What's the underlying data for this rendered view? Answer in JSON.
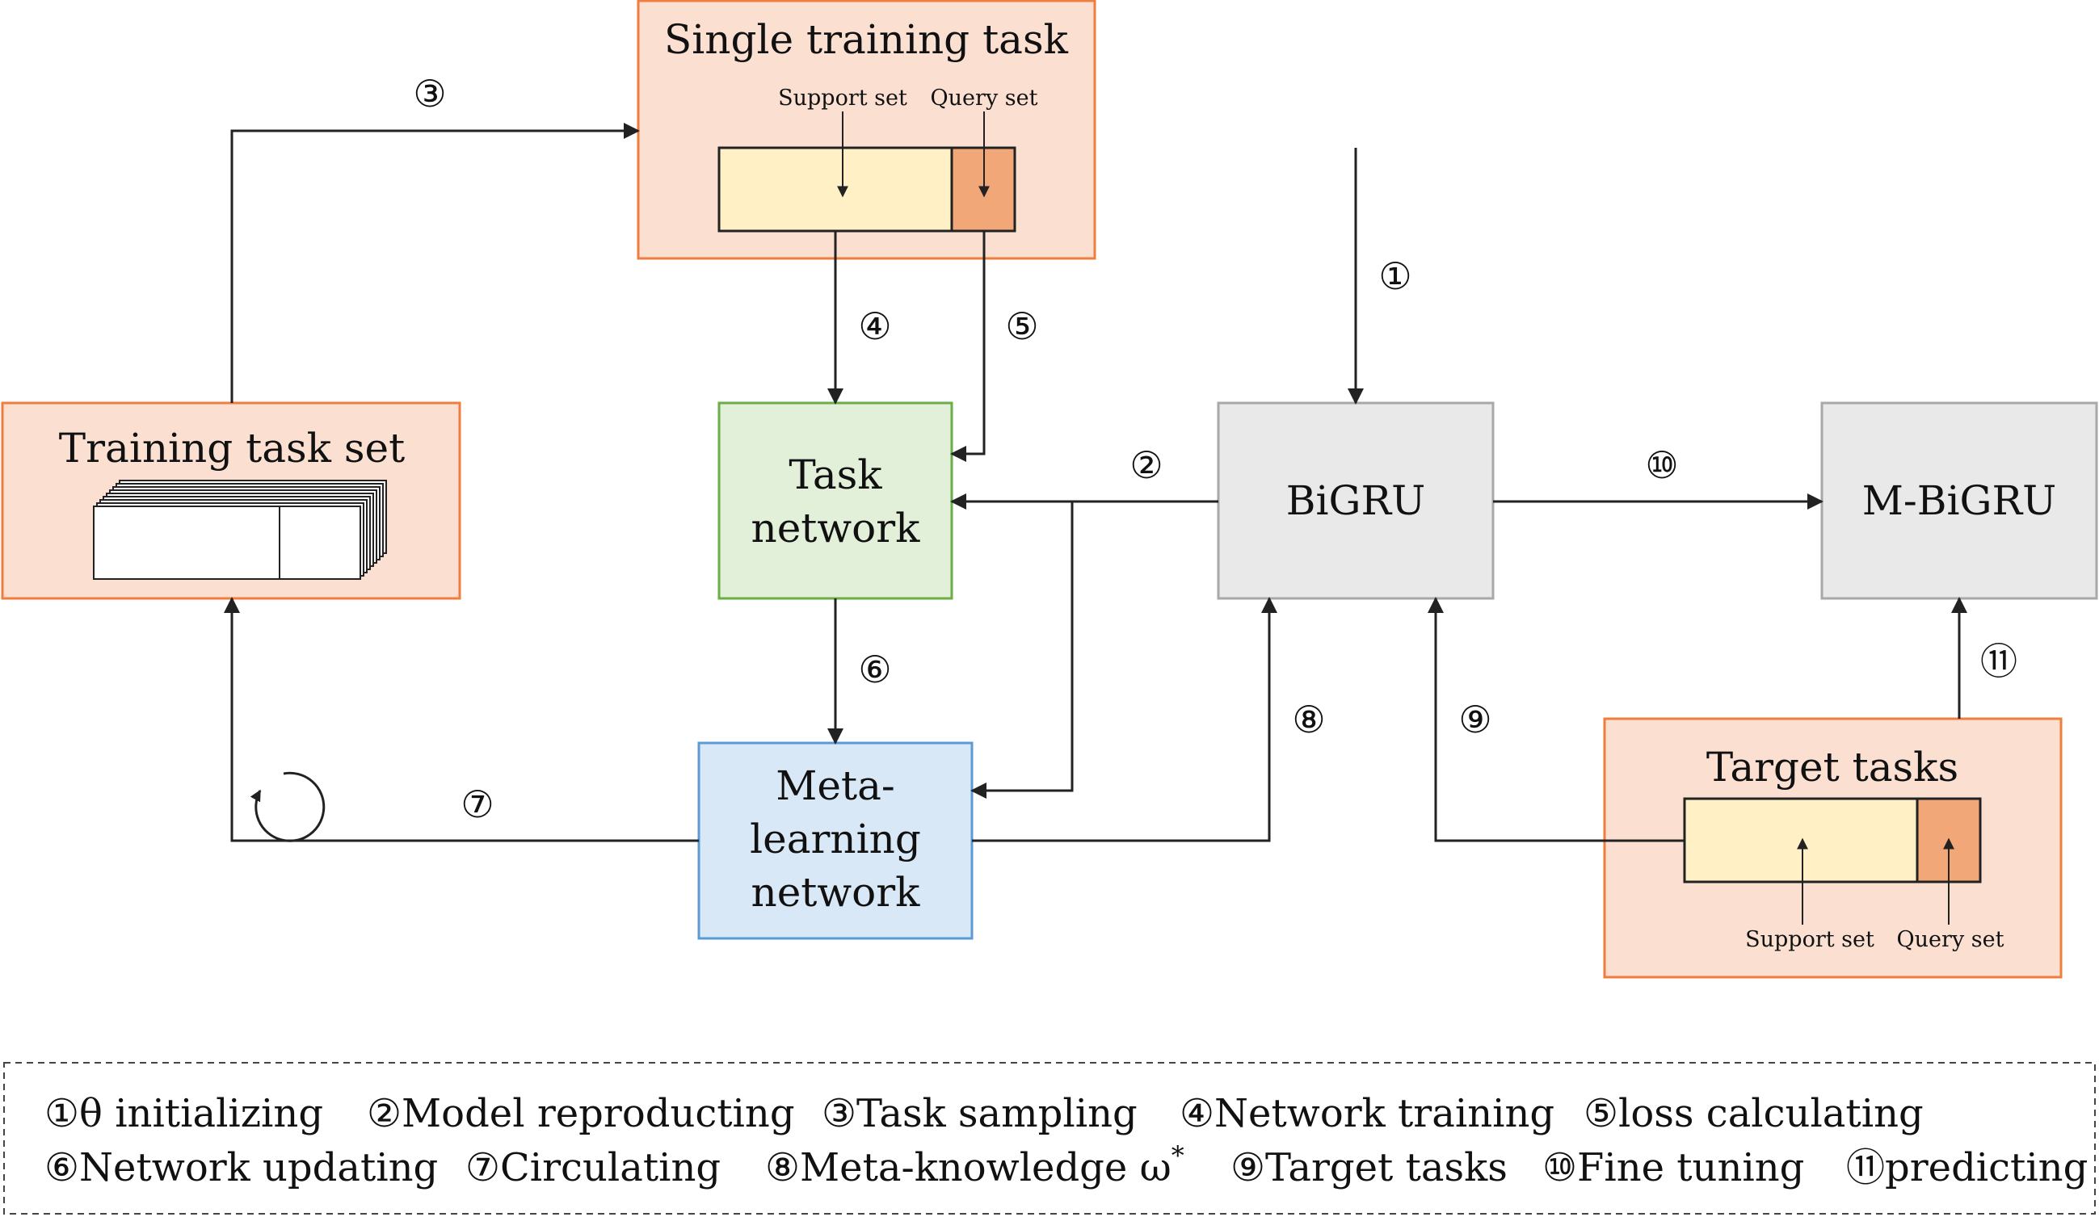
{
  "colors": {
    "orange_fill": "#fbe0d2",
    "orange_border": "#ef7d3e",
    "green_fill": "#e2efd9",
    "green_border": "#6aae45",
    "blue_fill": "#d9e8f6",
    "blue_border": "#5b9bd5",
    "gray_fill": "#e9e9e9",
    "gray_border": "#a8a8a8",
    "support_fill": "#fff0c5",
    "query_fill": "#f1a777"
  },
  "boxes": {
    "single_training_task": {
      "title": "Single training task",
      "support_label": "Support set",
      "query_label": "Query set"
    },
    "training_task_set": {
      "title": "Training task set"
    },
    "task_network": {
      "line1": "Task",
      "line2": "network"
    },
    "meta_learning_network": {
      "line1": "Meta-",
      "line2": "learning",
      "line3": "network"
    },
    "bigru": {
      "title": "BiGRU"
    },
    "m_bigru": {
      "title": "M-BiGRU"
    },
    "target_tasks": {
      "title": "Target tasks",
      "support_label": "Support set",
      "query_label": "Query set"
    }
  },
  "step_markers": {
    "s1": "①",
    "s2": "②",
    "s3": "③",
    "s4": "④",
    "s5": "⑤",
    "s6": "⑥",
    "s7": "⑦",
    "s8": "⑧",
    "s9": "⑨",
    "s10": "⑩",
    "s11": "⑪"
  },
  "legend": {
    "row1": [
      "①θ initializing",
      "②Model reproducting",
      "③Task sampling",
      "④Network training",
      "⑤loss calculating"
    ],
    "row2": [
      "⑥Network updating",
      "⑦Circulating",
      "⑧Meta-knowledge ω",
      "⑨Target tasks",
      "⑩Fine tuning",
      "⑪predicting"
    ],
    "superscript": "*"
  }
}
